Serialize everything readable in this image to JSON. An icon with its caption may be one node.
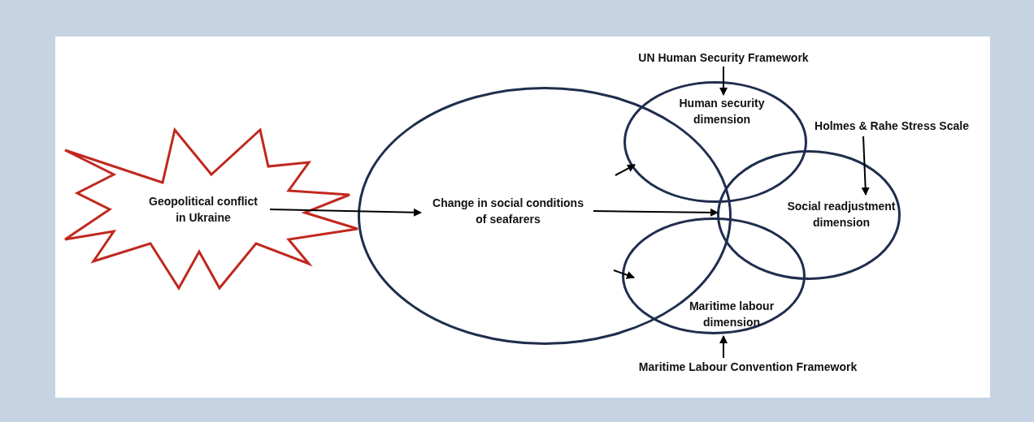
{
  "diagram": {
    "nodes": [
      {
        "text": [
          "Geopolitical conflict in Ukraine"
        ]
      },
      {
        "text": [
          "Change in social conditions of seafarers"
        ]
      },
      {
        "text": [
          "Human security dimension"
        ]
      },
      {
        "text": [
          "Maritime labour dimension"
        ]
      },
      {
        "text": [
          "Social readjustment dimension"
        ]
      },
      {
        "text": [
          "UN Human Security Framework"
        ]
      },
      {
        "text": [
          "Holmes & Rahe Stress Scale"
        ]
      },
      {
        "text": [
          "Maritime Labour Convention Framework"
        ]
      }
    ],
    "edges": [
      {
        "from": 0,
        "to": 1,
        "arrow": "to"
      },
      {
        "from": 1,
        "to": 4,
        "arrow": "to"
      },
      {
        "from": 1,
        "to": 2,
        "arrow": "to"
      },
      {
        "from": 1,
        "to": 3,
        "arrow": "to"
      },
      {
        "from": 5,
        "to": 2,
        "arrow": "to"
      },
      {
        "from": 6,
        "to": 4,
        "arrow": "to"
      },
      {
        "from": 7,
        "to": 3,
        "arrow": "to"
      }
    ]
  }
}
